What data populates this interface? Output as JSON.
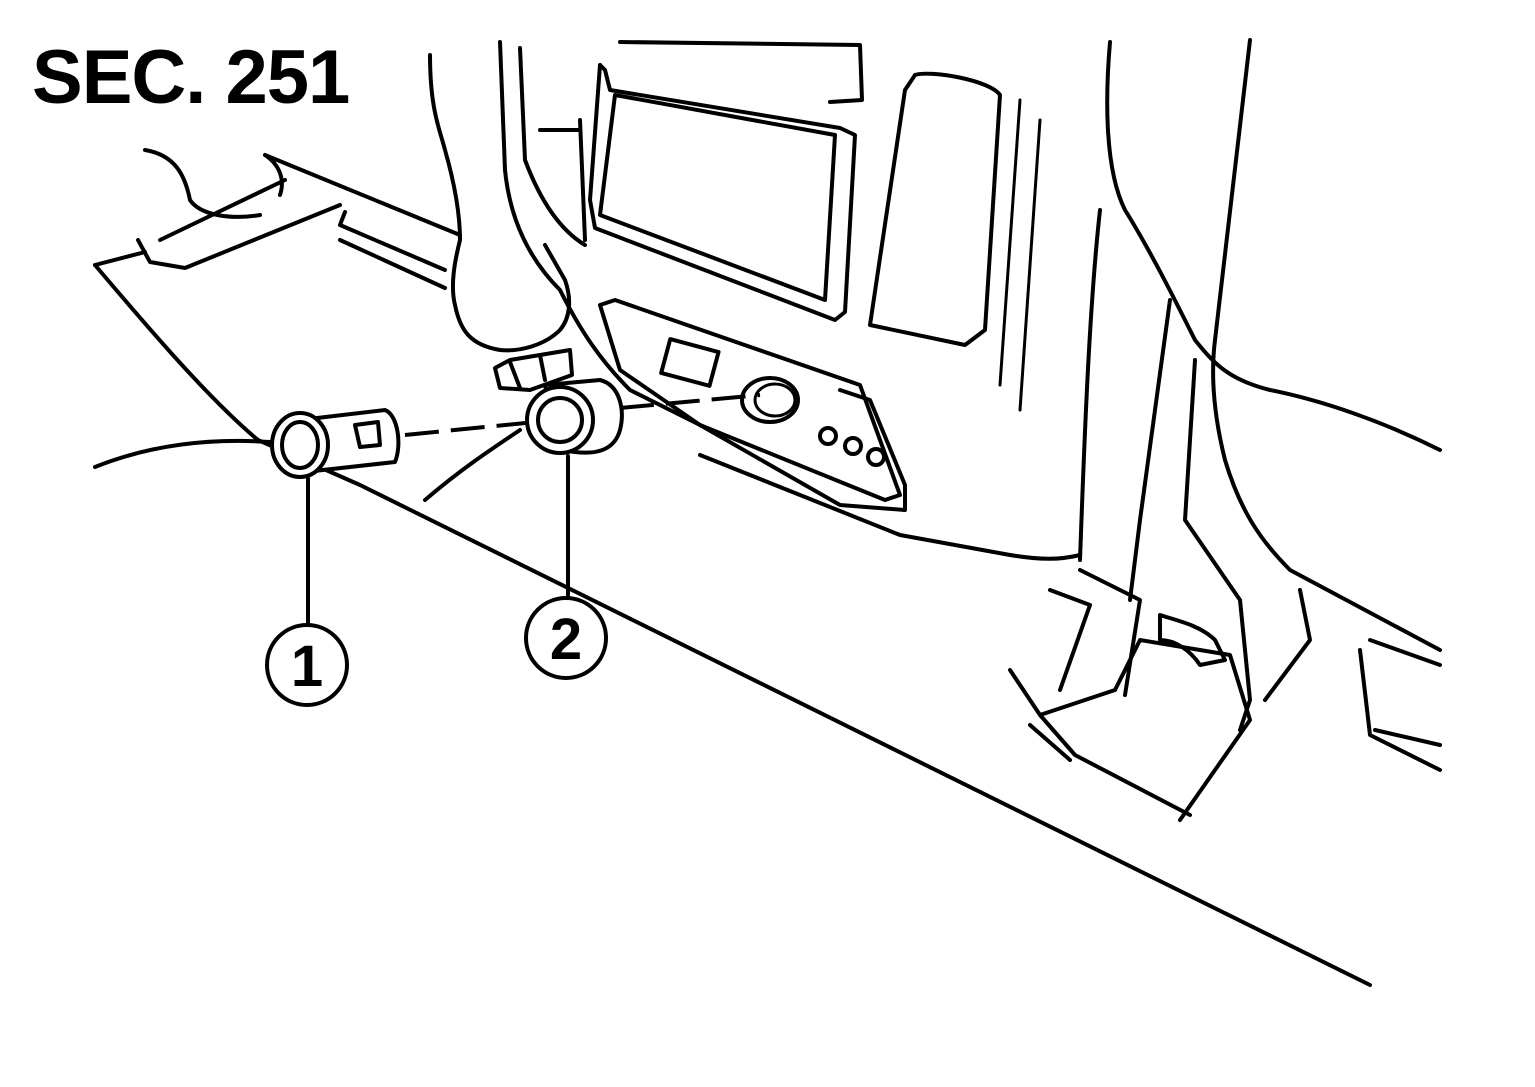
{
  "title": "SEC. 251",
  "callouts": [
    {
      "label": "1"
    },
    {
      "label": "2"
    }
  ]
}
